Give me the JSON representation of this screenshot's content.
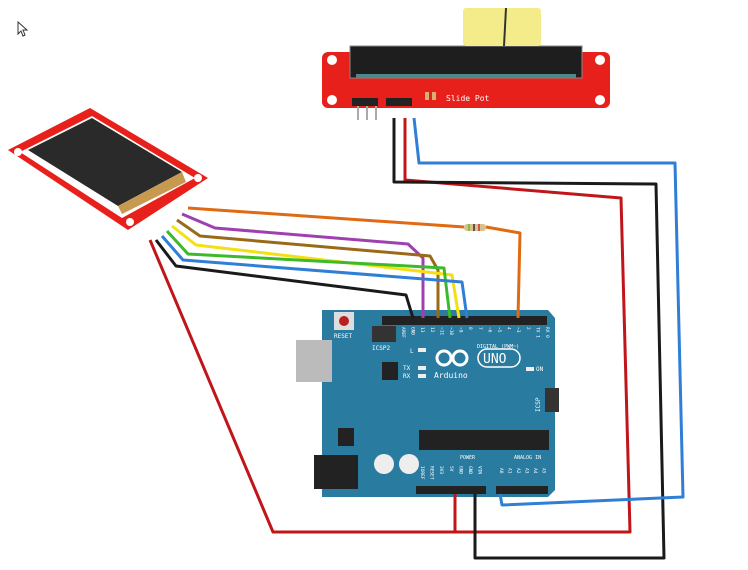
{
  "colors": {
    "board": "#2a7ba0",
    "pcb_red": "#e8201c",
    "wire_red": "#c0161a",
    "wire_black": "#1a1a1a",
    "wire_blue": "#2f7fd6",
    "wire_orange": "#e06a12",
    "wire_purple": "#a040b0",
    "wire_brown": "#9a6a18",
    "wire_yellow": "#f4e012",
    "wire_green": "#3cba2a",
    "knob": "#f4ec8a"
  },
  "slide_pot": {
    "label": "Slide Pot"
  },
  "arduino": {
    "reset_label": "RESET",
    "icsp2_label": "ICSP2",
    "icsp_label": "ICSP",
    "brand": "Arduino",
    "model": "UNO",
    "digital_label": "DIGITAL (PWM~)",
    "power_label": "POWER",
    "analog_label": "ANALOG IN",
    "leds": {
      "l": "L",
      "tx": "TX",
      "rx": "RX",
      "on": "ON"
    },
    "digital_pins": [
      "AREF",
      "GND",
      "13",
      "12",
      "~11",
      "~10",
      "~9",
      "8",
      "7",
      "~6",
      "~5",
      "4",
      "~3",
      "2",
      "TX 1",
      "RX 0"
    ],
    "power_pins": [
      "IOREF",
      "RESET",
      "3V3",
      "5V",
      "GND",
      "GND",
      "VIN"
    ],
    "analog_pins": [
      "A0",
      "A1",
      "A2",
      "A3",
      "A4",
      "A5"
    ]
  },
  "icons": {
    "cursor": "mouse-pointer-icon"
  }
}
